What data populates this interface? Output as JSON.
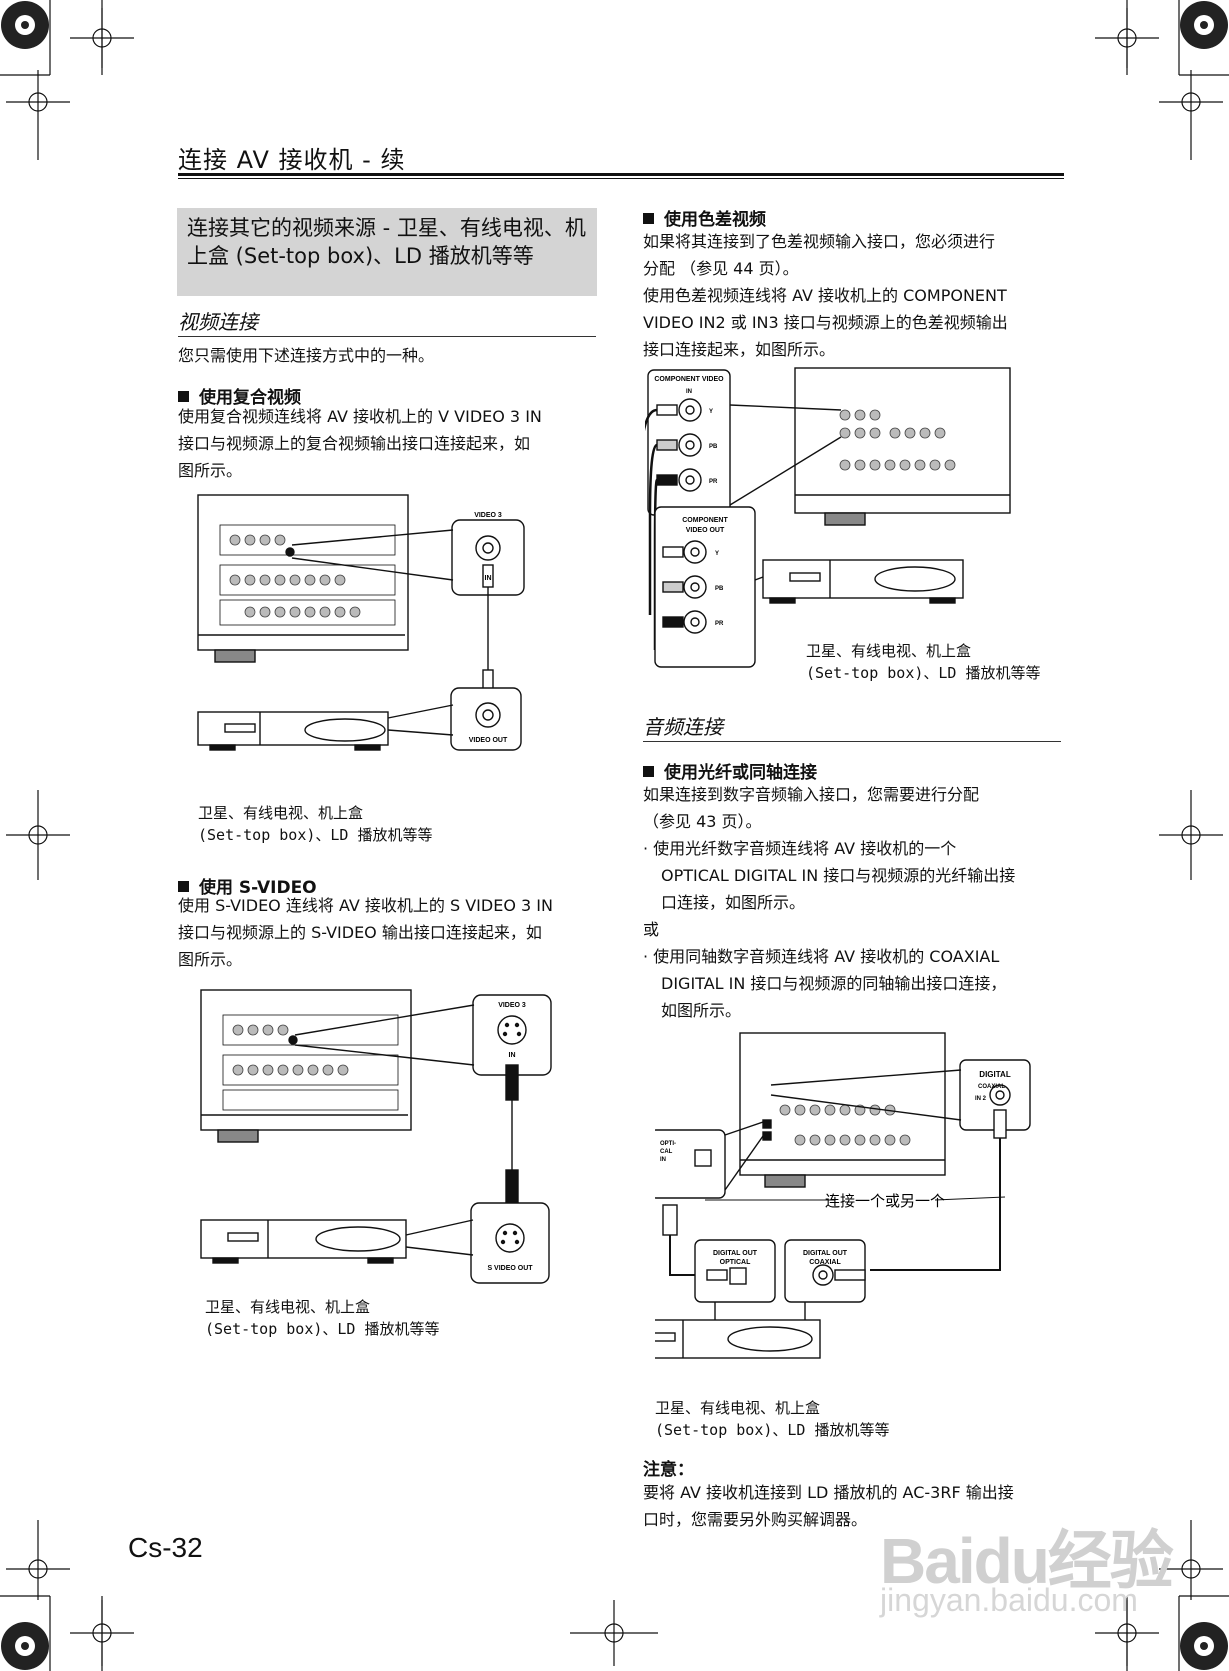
{
  "header": {
    "title": "连接 AV 接收机 - 续"
  },
  "section": {
    "title": "连接其它的视频来源 - 卫星、有线电视、机上盒 (Set-top box)、LD 播放机等等"
  },
  "video": {
    "heading": "视频连接",
    "intro": "您只需使用下述连接方式中的一种。",
    "composite": {
      "heading": "使用复合视频",
      "line1": "使用复合视频连线将 AV 接收机上的 V VIDEO 3 IN",
      "line2": "接口与视频源上的复合视频输出接口连接起来，如",
      "line3": "图所示。",
      "label_in_top": "VIDEO 3",
      "label_in": "IN",
      "label_out": "VIDEO OUT",
      "caption1": "卫星、有线电视、机上盒",
      "caption2": "(Set-top box)、LD 播放机等等"
    },
    "svideo": {
      "heading": "使用 S-VIDEO",
      "line1": "使用 S-VIDEO 连线将 AV 接收机上的 S VIDEO 3 IN",
      "line2": "接口与视频源上的 S-VIDEO 输出接口连接起来，如",
      "line3": "图所示。",
      "label_in_top": "VIDEO 3",
      "label_in": "IN",
      "label_out": "S VIDEO OUT",
      "caption1": "卫星、有线电视、机上盒",
      "caption2": "(Set-top box)、LD 播放机等等"
    },
    "component": {
      "heading": "使用色差视频",
      "line1": "如果将其连接到了色差视频输入接口，您必须进行",
      "line2": "分配 （参见 44 页）。",
      "line3": "使用色差视频连线将 AV 接收机上的 COMPONENT",
      "line4": "VIDEO IN2 或 IN3 接口与视频源上的色差视频输出",
      "line5": "接口连接起来，如图所示。",
      "label_in_title": "COMPONENT VIDEO",
      "label_in": "IN",
      "label_out_title1": "COMPONENT",
      "label_out_title2": "VIDEO  OUT",
      "y": "Y",
      "pb": "PB",
      "pr": "PR",
      "caption1": "卫星、有线电视、机上盒",
      "caption2": "(Set-top box)、LD 播放机等等"
    }
  },
  "audio": {
    "heading": "音频连接",
    "sub": {
      "heading": "使用光纤或同轴连接",
      "line1": "如果连接到数字音频输入接口，您需要进行分配",
      "line2": "（参见 43 页）。",
      "b1_line1": "· 使用光纤数字音频连线将 AV 接收机的一个",
      "b1_line2": "OPTICAL DIGITAL IN 接口与视频源的光纤输出接",
      "b1_line3": "口连接，如图所示。",
      "or": "或",
      "b2_line1": "· 使用同轴数字音频连线将 AV 接收机的 COAXIAL",
      "b2_line2": "DIGITAL IN 接口与视频源的同轴输出接口连接，",
      "b2_line3": "如图所示。"
    },
    "diagram": {
      "digital": "DIGITAL",
      "coaxial": "COAXIAL",
      "in2": "IN 2",
      "optical_in1": "OPTI-",
      "optical_in2": "CAL",
      "optical_in3": "IN",
      "connect_one": "连接一个或另一个",
      "out_opt1": "DIGITAL OUT",
      "out_opt2": "OPTICAL",
      "out_coax1": "DIGITAL OUT",
      "out_coax2": "COAXIAL",
      "caption1": "卫星、有线电视、机上盒",
      "caption2": "(Set-top box)、LD 播放机等等"
    },
    "note": {
      "heading": "注意：",
      "line1": "要将 AV 接收机连接到 LD 播放机的 AC-3RF 输出接",
      "line2": "口时，您需要另外购买解调器。"
    }
  },
  "footer": {
    "page": "Cs-32"
  },
  "watermark": {
    "line1": "Baidu经验",
    "line2": "jingyan.baidu.com"
  }
}
